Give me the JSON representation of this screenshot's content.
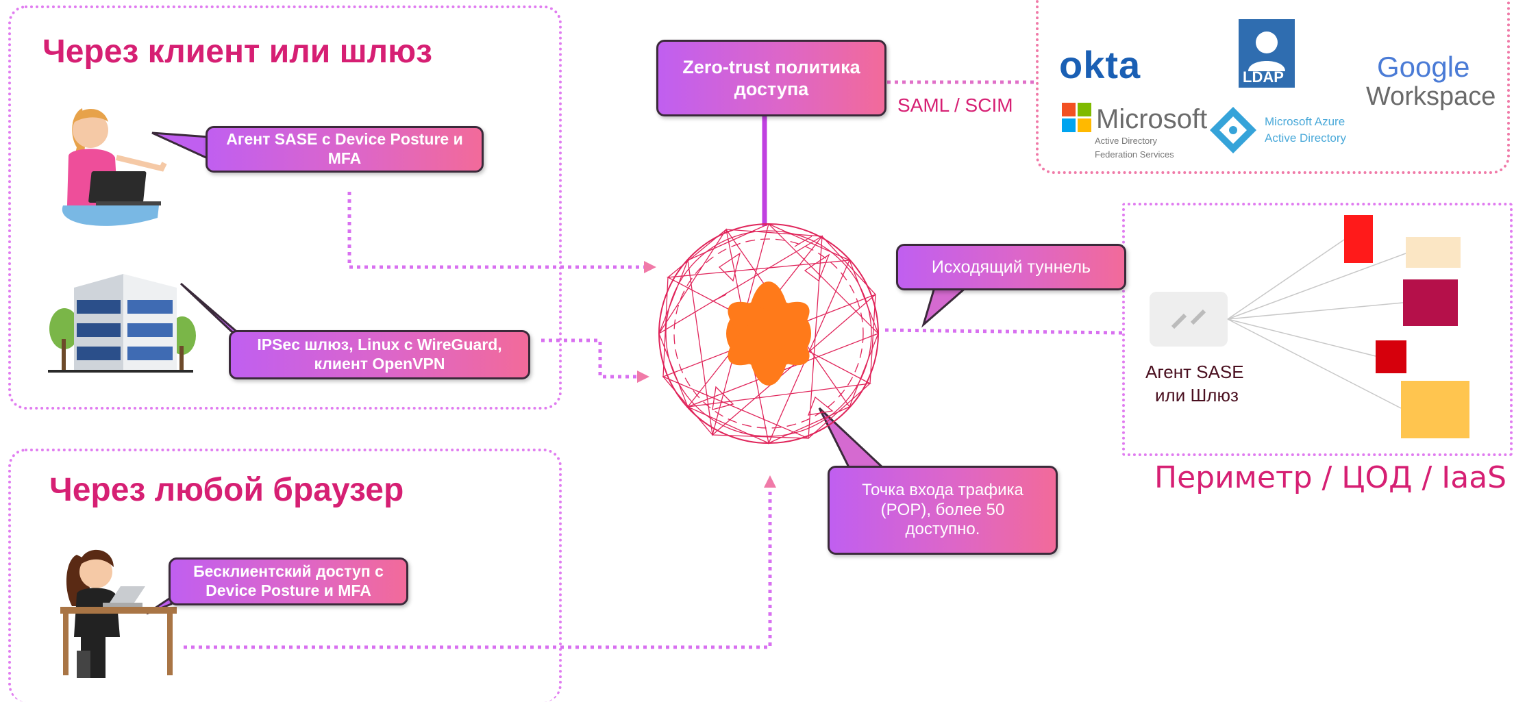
{
  "sections": {
    "client_gateway_title": "Через клиент или шлюз",
    "browser_title": "Через любой браузер",
    "perimeter_title": "Периметр / ЦОД / IaaS"
  },
  "callouts": {
    "sase_agent": "Агент SASE с Device Posture и MFA",
    "ipsec": "IPSec шлюз, Linux с WireGuard, клиент OpenVPN",
    "clientless": "Бесклиентский доступ с Device Posture и MFA",
    "zero_trust": "Zero-trust политика доступа",
    "outbound_tunnel": "Исходящий туннель",
    "pop": "Точка входа трафика (POP), более 50 доступно."
  },
  "labels": {
    "saml_scim": "SAML / SCIM",
    "agent_line1": "Агент SASE",
    "agent_line2": "или Шлюз"
  },
  "identity_providers": {
    "okta": "okta",
    "ldap": "LDAP",
    "google_line1": "Google",
    "google_line2": "Workspace",
    "microsoft": "Microsoft",
    "adfs_line1": "Active Directory",
    "adfs_line2": "Federation Services",
    "azure_line1": "Microsoft Azure",
    "azure_line2": "Active Directory"
  },
  "colors": {
    "accent_title": "#d61f73",
    "callout_gradient_start": "#c05ff0",
    "callout_gradient_end": "#f26a9a",
    "dotted_purple": "#d870f0",
    "dotted_pink": "#f07aa8",
    "pop_mesh": "#e0245a",
    "logo_orange": "#ff7a1a"
  },
  "icons": {
    "user_laptop": "woman-with-laptop-icon",
    "office_building": "office-building-icon",
    "user_desk": "woman-at-desk-icon",
    "pop_network": "network-globe-icon",
    "central_logo": "orange-star-logo-icon",
    "sase_gateway": "gateway-device-icon"
  }
}
